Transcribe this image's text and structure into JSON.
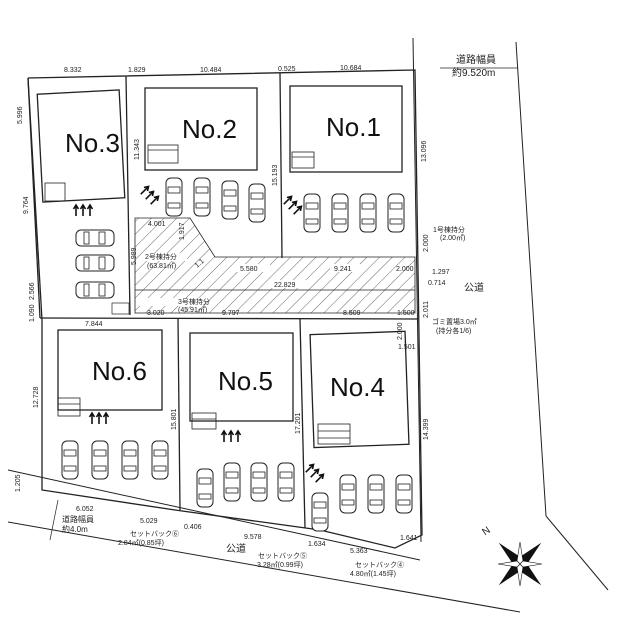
{
  "lots": {
    "n1": "No.1",
    "n2": "No.2",
    "n3": "No.3",
    "n4": "No.4",
    "n5": "No.5",
    "n6": "No.6"
  },
  "roads": {
    "east_label": "公道",
    "south_label": "公道",
    "east_width_title": "道路幅員",
    "east_width_value": "約9.520m",
    "south_width_title": "道路幅員",
    "south_width_value": "約4.0m"
  },
  "shares": {
    "no1": "1号棟持分",
    "no1_area": "(2.00㎡)",
    "no2": "2号棟持分",
    "no2_area": "(63.81㎡)",
    "no3": "3号棟持分",
    "no3_area": "(45.91㎡)",
    "garbage": "ゴミ置場3.0㎡",
    "garbage_share": "(持分各1/6)"
  },
  "setbacks": {
    "s6": "セットバック⑥",
    "s6_area": "2.84㎡(0.85坪)",
    "s5": "セットバック⑤",
    "s5_area": "3.28㎡(0.99坪)",
    "s4": "セットバック④",
    "s4_area": "4.80㎡(1.45坪)"
  },
  "dims": {
    "top_1": "8.332",
    "top_2": "1.829",
    "top_3": "10.484",
    "top_4": "0.525",
    "top_5": "10.684",
    "left_1": "5.996",
    "left_2": "9.764",
    "left_3": "2.566",
    "left_4": "1.090",
    "lot3_right": "11.343",
    "lot2_right": "15.193",
    "lot1_right": "13.096",
    "d_4001": "4.001",
    "d_1917": "1.917",
    "d_1": "1.1",
    "d_5989": "5.989",
    "d_5580": "5.580",
    "d_9241": "9.241",
    "d_2000a": "2.000",
    "d_2000b": "2.000",
    "d_1297": "1.297",
    "d_22829": "22.829",
    "d_0714": "0.714",
    "d_3020": "3.020",
    "d_9797": "9.797",
    "d_8509": "8.509",
    "d_1500": "1.500",
    "d_2011": "2.011",
    "d_2000c": "2.000",
    "d_1501": "1.501",
    "d_7844": "7.844",
    "d_12728": "12.728",
    "d_15801": "15.801",
    "d_17201": "17.201",
    "d_14399": "14.399",
    "d_1205": "1.205",
    "d_6052": "6.052",
    "d_5029": "5.029",
    "d_0406": "0.406",
    "d_9578": "9.578",
    "d_1634": "1.634",
    "d_5363": "5.363",
    "d_1641": "1.641"
  },
  "compass": {
    "north": "N"
  }
}
